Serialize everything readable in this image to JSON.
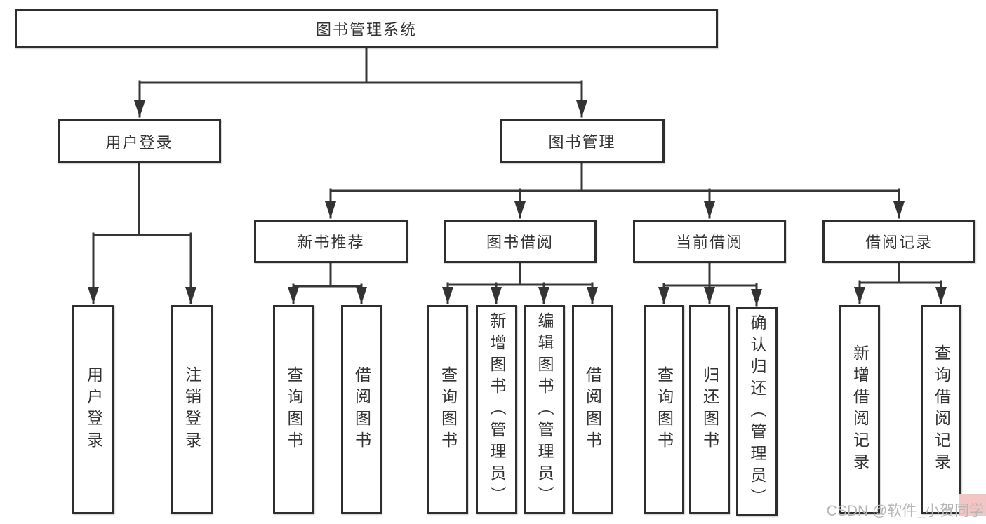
{
  "diagram": {
    "root": {
      "label": "图书管理系统"
    },
    "level2": [
      {
        "label": "用户登录"
      },
      {
        "label": "图书管理"
      }
    ],
    "level3": [
      {
        "label": "新书推荐"
      },
      {
        "label": "图书借阅"
      },
      {
        "label": "当前借阅"
      },
      {
        "label": "借阅记录"
      }
    ],
    "leaves": {
      "user_login": [
        {
          "label": "用户登录"
        },
        {
          "label": "注销登录"
        }
      ],
      "new_book": [
        {
          "label": "查询图书"
        },
        {
          "label": "借阅图书"
        }
      ],
      "book_borrow": [
        {
          "label": "查询图书"
        },
        {
          "label": "新增图书（管理员）"
        },
        {
          "label": "编辑图书（管理员）"
        },
        {
          "label": "借阅图书"
        }
      ],
      "current_borrow": [
        {
          "label": "查询图书"
        },
        {
          "label": "归还图书"
        },
        {
          "label": "确认归还（管理员）"
        }
      ],
      "borrow_record": [
        {
          "label": "新增借阅记录"
        },
        {
          "label": "查询借阅记录"
        }
      ]
    },
    "watermark": "CSDN @软件_小贺同学",
    "colors": {
      "line": "#363636",
      "box_border": "#2e2e2e",
      "text": "#333333",
      "watermark_text": "#b6b6b6",
      "watermark_bg": "#f3c6c6",
      "background": "#ffffff"
    }
  }
}
